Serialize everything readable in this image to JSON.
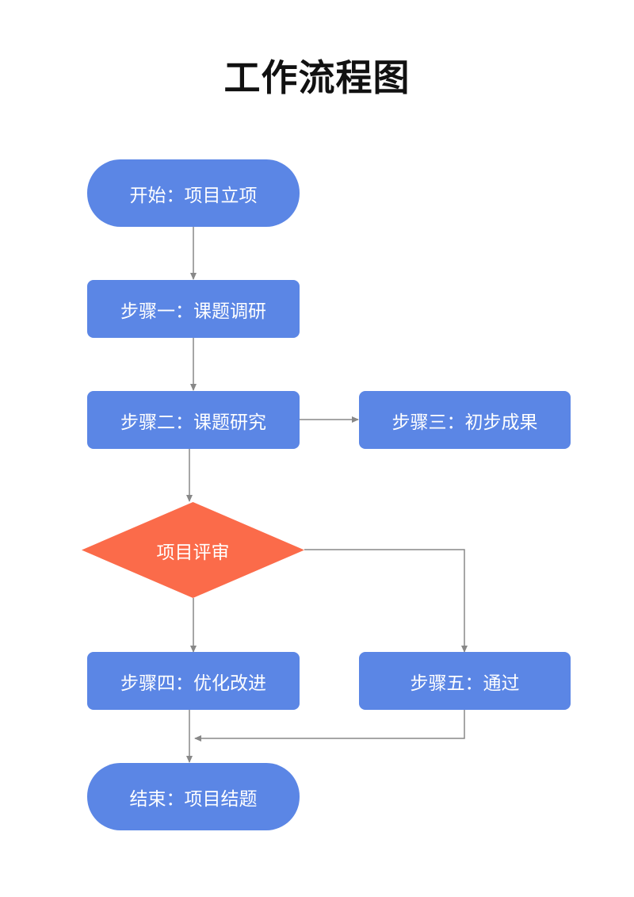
{
  "title": "工作流程图",
  "nodes": {
    "start": "开始：项目立项",
    "step1": "步骤一：课题调研",
    "step2": "步骤二：课题研究",
    "step3": "步骤三：初步成果",
    "review": "项目评审",
    "step4": "步骤四：优化改进",
    "step5": "步骤五：通过",
    "end": "结束：项目结题"
  },
  "edges": [
    {
      "from": "start",
      "to": "step1"
    },
    {
      "from": "step1",
      "to": "step2"
    },
    {
      "from": "step2",
      "to": "step3"
    },
    {
      "from": "step2",
      "to": "review"
    },
    {
      "from": "review",
      "to": "step4"
    },
    {
      "from": "review",
      "to": "step5"
    },
    {
      "from": "step4",
      "to": "end"
    },
    {
      "from": "step5",
      "to": "end"
    }
  ],
  "colors": {
    "node": "#5b86e5",
    "decision": "#fb6b4a",
    "connector": "#888888",
    "text": "#ffffff",
    "title": "#111111"
  }
}
